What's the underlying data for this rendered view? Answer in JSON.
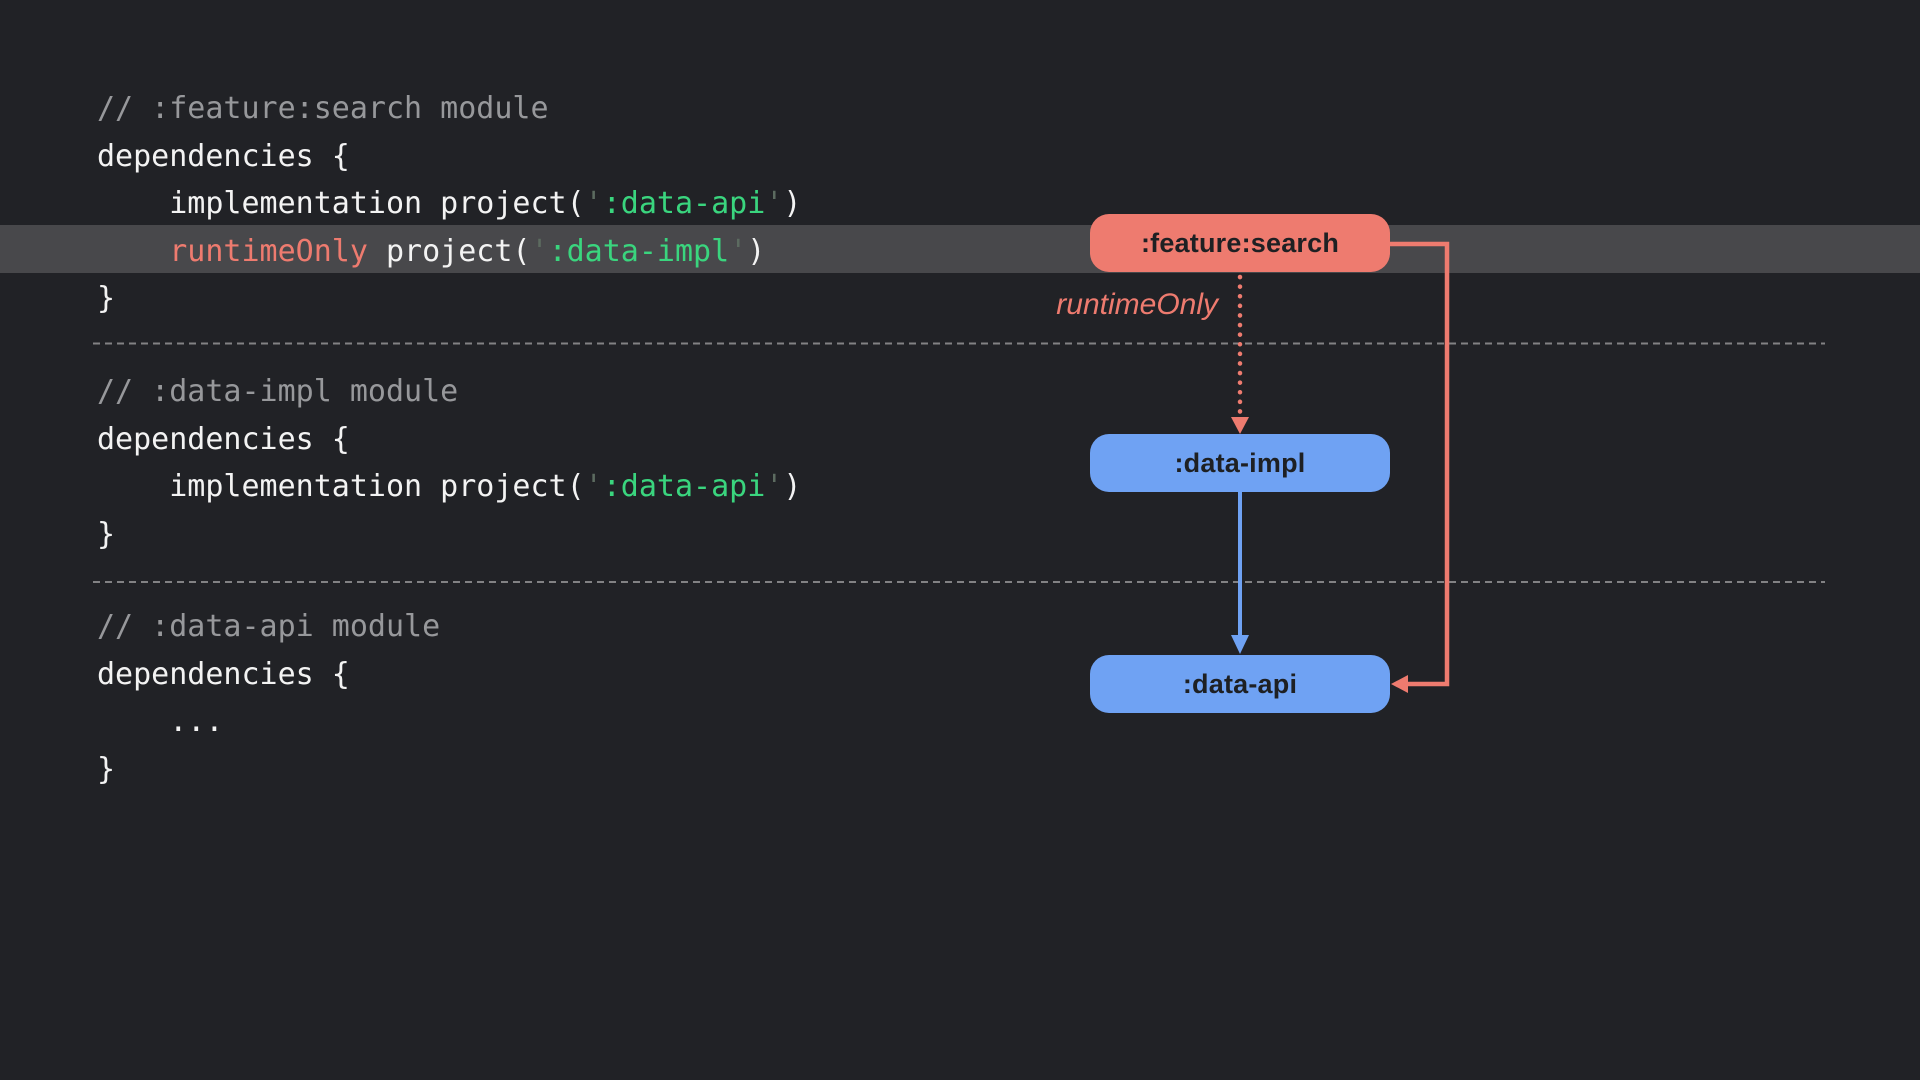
{
  "palette": {
    "background": "#212226",
    "highlight_row": "#48484B",
    "code_text": "#F3F3F3",
    "comment": "#97989B",
    "string": "#3AD57E",
    "quote": "#5C6B60",
    "keyword_red": "#EE7B6F",
    "node_red": "#EE7B6F",
    "node_blue": "#6FA2F3",
    "node_text": "#1E2023",
    "separator": "#828284"
  },
  "code_blocks": [
    {
      "lines": [
        [
          [
            "comment",
            "// :feature:search module"
          ]
        ],
        [
          [
            "plain",
            "dependencies {"
          ]
        ],
        [
          [
            "plain",
            "    implementation project("
          ],
          [
            "quote",
            "'"
          ],
          [
            "string",
            ":data-api"
          ],
          [
            "quote",
            "'"
          ],
          [
            "plain",
            ")"
          ]
        ],
        [
          [
            "plain",
            "    "
          ],
          [
            "keyword",
            "runtimeOnly"
          ],
          [
            "plain",
            " project("
          ],
          [
            "quote",
            "'"
          ],
          [
            "string",
            ":data-impl"
          ],
          [
            "quote",
            "'"
          ],
          [
            "plain",
            ")"
          ]
        ],
        [
          [
            "plain",
            "}"
          ]
        ]
      ]
    },
    {
      "lines": [
        [
          [
            "comment",
            "// :data-impl module"
          ]
        ],
        [
          [
            "plain",
            "dependencies {"
          ]
        ],
        [
          [
            "plain",
            "    implementation project("
          ],
          [
            "quote",
            "'"
          ],
          [
            "string",
            ":data-api"
          ],
          [
            "quote",
            "'"
          ],
          [
            "plain",
            ")"
          ]
        ],
        [
          [
            "plain",
            "}"
          ]
        ]
      ]
    },
    {
      "lines": [
        [
          [
            "comment",
            "// :data-api module"
          ]
        ],
        [
          [
            "plain",
            "dependencies {"
          ]
        ],
        [
          [
            "plain",
            "    ..."
          ]
        ],
        [
          [
            "plain",
            "}"
          ]
        ]
      ]
    }
  ],
  "diagram": {
    "nodes": [
      {
        "label": ":feature:search"
      },
      {
        "label": ":data-impl"
      },
      {
        "label": ":data-api"
      }
    ],
    "edge_label": "runtimeOnly"
  }
}
